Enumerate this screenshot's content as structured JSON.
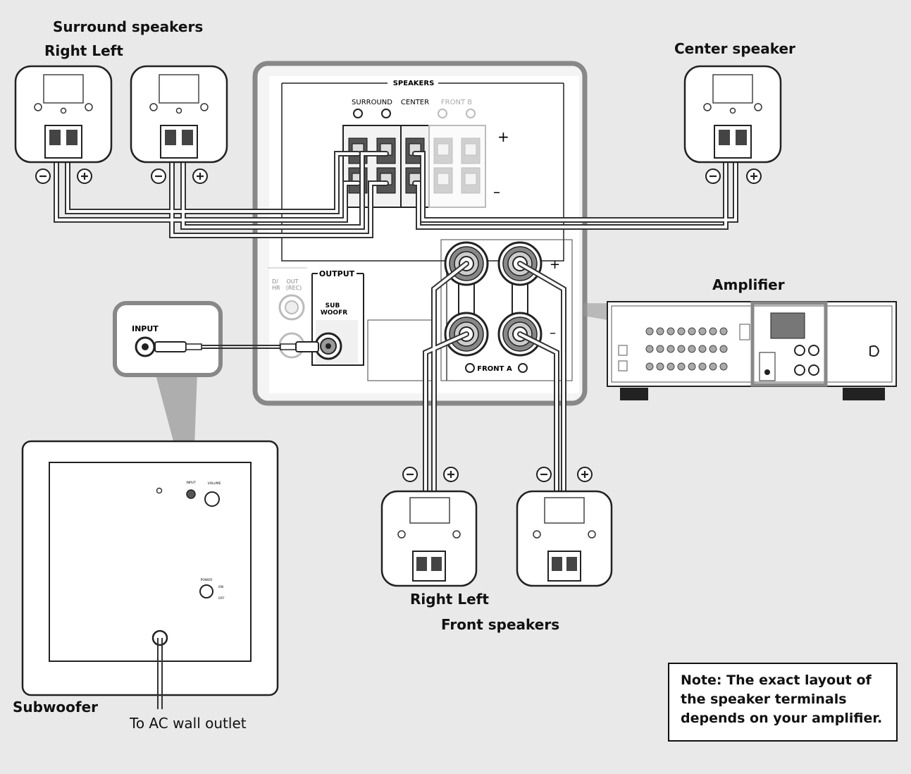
{
  "labels": {
    "surround_speakers": "Surround speakers",
    "surround_right_left": "Right Left",
    "center_speaker": "Center speaker",
    "amplifier": "Amplifier",
    "subwoofer": "Subwoofer",
    "ac_outlet": "To AC wall outlet",
    "front_right_left": "Right Left",
    "front_speakers": "Front speakers"
  },
  "panel": {
    "speakers": "SPEAKERS",
    "surround": "SURROUND",
    "center": "CENTER",
    "front_b": "FRONT B",
    "plus": "+",
    "minus": "–",
    "output": "OUTPUT",
    "sub_woofer_1": "SUB",
    "sub_woofer_2": "WOOFR",
    "out_rec_1": "OUT",
    "out_rec_2": "(REC)",
    "dhr_1": "D/",
    "dhr_2": "HR",
    "front_a": "FRONT A"
  },
  "subwoofer_panel": {
    "input": "INPUT",
    "input_small": "INPUT",
    "volume": "VOLUME",
    "power": "POWER",
    "on": "ON",
    "off": "OFF"
  },
  "note": {
    "line1": "Note: The exact layout of",
    "line2": "the speaker terminals",
    "line3": "depends on your amplifier."
  }
}
